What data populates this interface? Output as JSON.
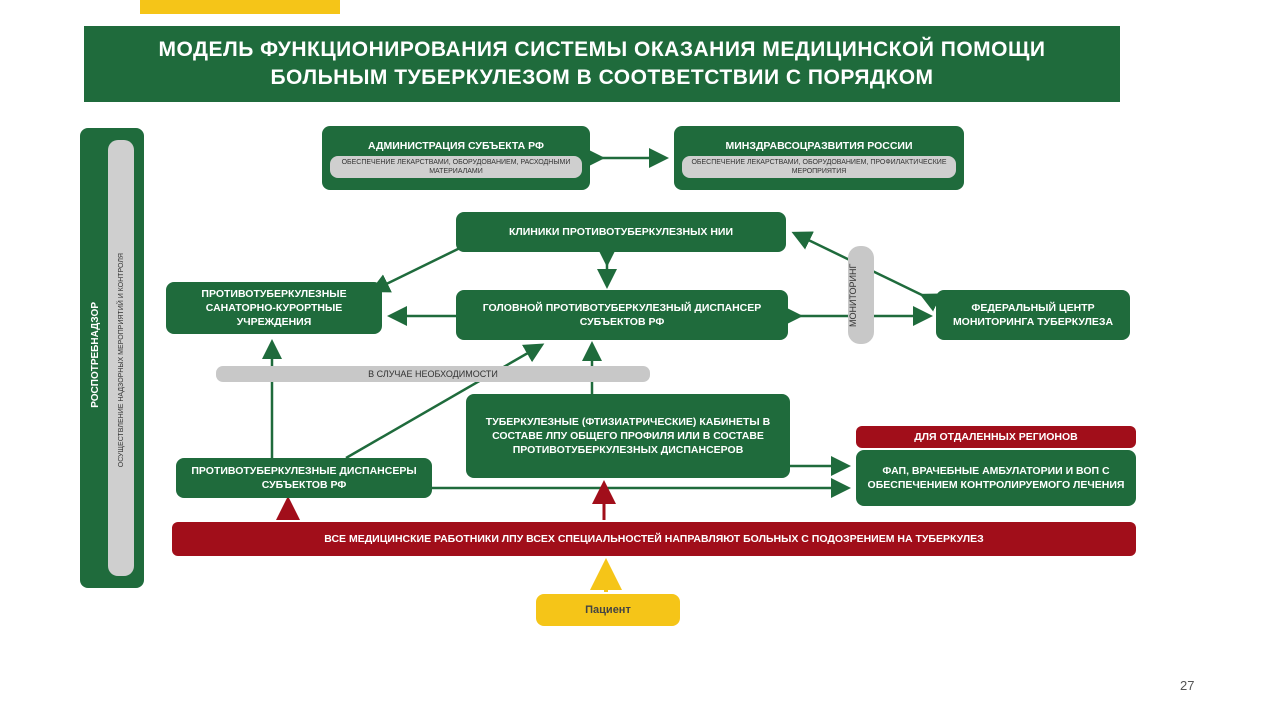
{
  "title": {
    "line1": "Модель функционирования системы оказания медицинской помощи",
    "line2": "больным туберкулезом в соответствии с порядком"
  },
  "admin": {
    "title": "Администрация субъекта РФ",
    "sub": "обеспечение лекарствами, оборудованием, расходными материалами"
  },
  "minzdrav": {
    "title": "Минздравсоцразвития России",
    "sub": "обеспечение лекарствами, оборудованием, профилактические мероприятия"
  },
  "clinics": {
    "title": "Клиники противотуберкулезных НИИ"
  },
  "sanatorium": {
    "title": "Противотуберкулезные санаторно-курортные учреждения"
  },
  "head_disp": {
    "title": "Головной противотуберкулезный диспансер субъектов РФ"
  },
  "fed_center": {
    "title": "Федеральный центр мониторинга туберкулеза"
  },
  "monitoring": {
    "label": "Мониторинг"
  },
  "if_needed": {
    "label": "В случае необходимости"
  },
  "cabinets": {
    "title": "Туберкулезные (фтизиатрические) кабинеты в составе ЛПУ общего профиля или в составе противотуберкулезных диспансеров"
  },
  "remote": {
    "label": "Для отдаленных регионов"
  },
  "fap": {
    "title": "ФАП, врачебные амбулатории и ВОП с обеспечением контролируемого лечения"
  },
  "disp_subj": {
    "title": "Противотуберкулезные диспансеры субъектов РФ"
  },
  "all_workers": {
    "text": "Все медицинские работники ЛПУ всех специальностей направляют больных с подозрением на туберкулез"
  },
  "patient": {
    "label": "Пациент"
  },
  "left": {
    "org": "Роспотребнадзор",
    "desc": "Осуществление надзорных мероприятий и контроля"
  },
  "page_number": "27",
  "colors": {
    "green": "#1f6b3c",
    "red": "#a10e1a",
    "yellow": "#f5c518",
    "grey": "#c8c8c8"
  }
}
